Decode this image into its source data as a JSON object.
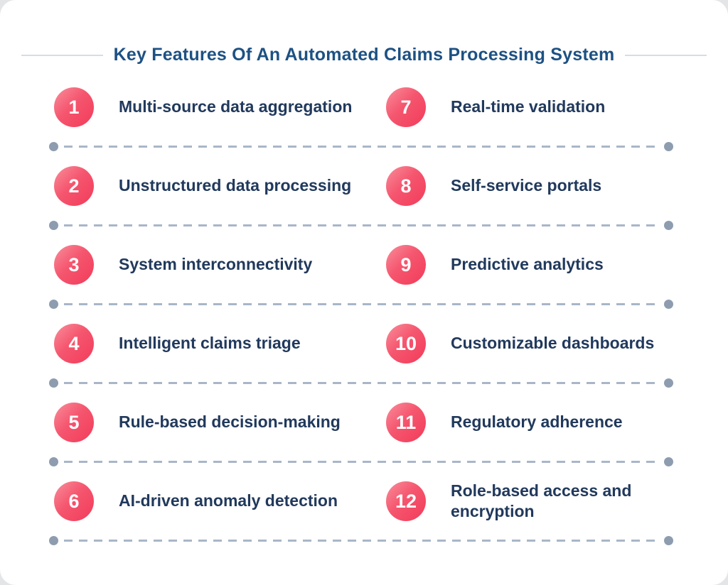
{
  "page": {
    "outer_background": "#e4e5e7",
    "card_background": "#ffffff"
  },
  "header": {
    "title": "Key Features Of An Automated Claims Processing System",
    "title_color": "#1d5183",
    "side_line_color": "#d8dce3"
  },
  "style": {
    "circle_gradient_start": "#f98e9b",
    "circle_gradient_end": "#f23b5a",
    "label_color": "#21395c",
    "dash_color": "#a9b6c8",
    "dot_color": "#8e9cb0"
  },
  "features": [
    {
      "number": "1",
      "label": "Multi-source data aggregation"
    },
    {
      "number": "2",
      "label": "Unstructured data processing"
    },
    {
      "number": "3",
      "label": "System interconnectivity"
    },
    {
      "number": "4",
      "label": "Intelligent claims triage"
    },
    {
      "number": "5",
      "label": "Rule-based decision-making"
    },
    {
      "number": "6",
      "label": "AI-driven anomaly detection"
    },
    {
      "number": "7",
      "label": "Real-time validation"
    },
    {
      "number": "8",
      "label": "Self-service portals"
    },
    {
      "number": "9",
      "label": "Predictive analytics"
    },
    {
      "number": "10",
      "label": "Customizable dashboards"
    },
    {
      "number": "11",
      "label": "Regulatory adherence"
    },
    {
      "number": "12",
      "label": "Role-based access and encryption"
    }
  ]
}
